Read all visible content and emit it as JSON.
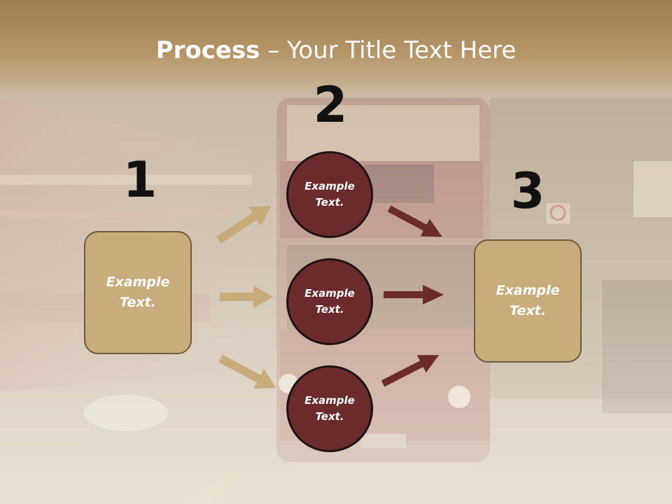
{
  "title": {
    "bold": "Process",
    "rest": " – Your Title Text Here"
  },
  "steps": {
    "one": "1",
    "two": "2",
    "three": "3"
  },
  "left_box": {
    "text": "Example Text."
  },
  "right_box": {
    "text": "Example Text."
  },
  "circles": [
    {
      "text": "Example Text."
    },
    {
      "text": "Example Text."
    },
    {
      "text": "Example Text."
    }
  ],
  "colors": {
    "title_band": "#b59567",
    "box_fill": "#c9ac7c",
    "circle_fill": "#6b2a2c",
    "tan_arrow": "#c8aa78",
    "maroon_arrow": "#6b2a2c"
  }
}
